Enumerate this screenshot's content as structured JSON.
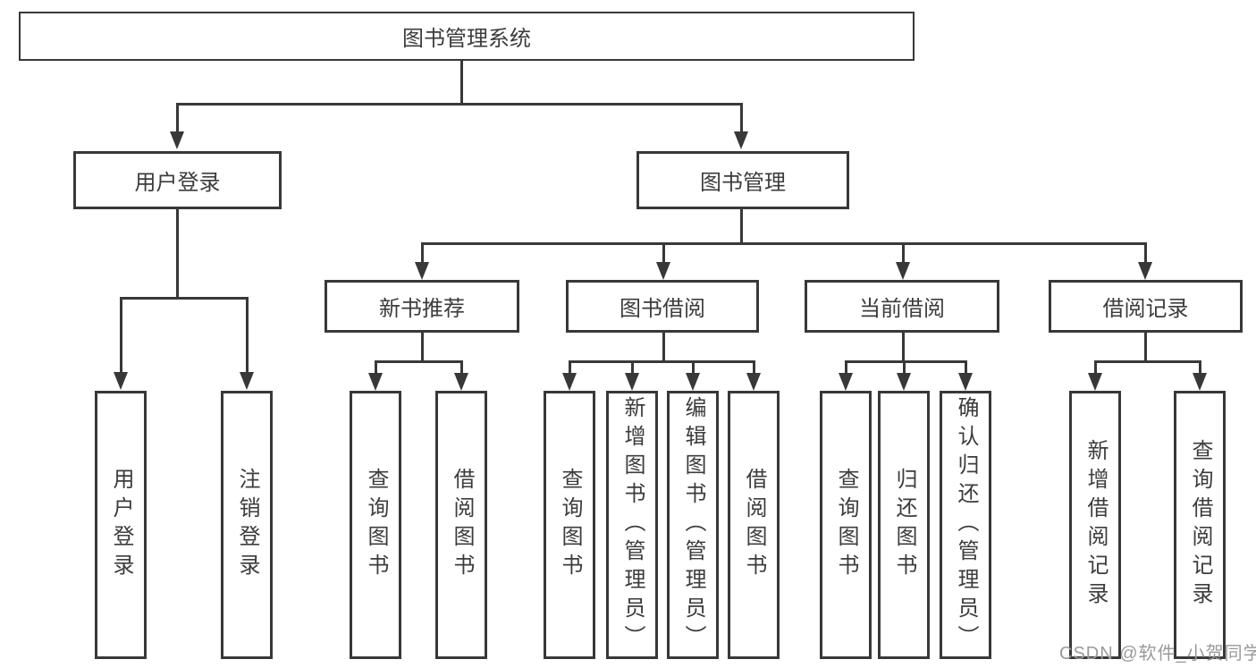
{
  "nodes": {
    "root": "图书管理系统",
    "level2": [
      "用户登录",
      "图书管理"
    ],
    "level3": [
      "新书推荐",
      "图书借阅",
      "当前借阅",
      "借阅记录"
    ],
    "leaves": [
      "用户登录",
      "注销登录",
      "查询图书",
      "借阅图书",
      "查询图书",
      "新增图书（管理员）",
      "编辑图书（管理员）",
      "借阅图书",
      "查询图书",
      "归还图书",
      "确认归还（管理员）",
      "新增借阅记录",
      "查询借阅记录"
    ]
  },
  "watermark": "CSDN @软件_小贺同学",
  "colors": {
    "line": "#383838",
    "box_border": "#383838",
    "text": "#3c3c3c",
    "background": "#ffffff",
    "watermark": "#9a9a9a"
  }
}
